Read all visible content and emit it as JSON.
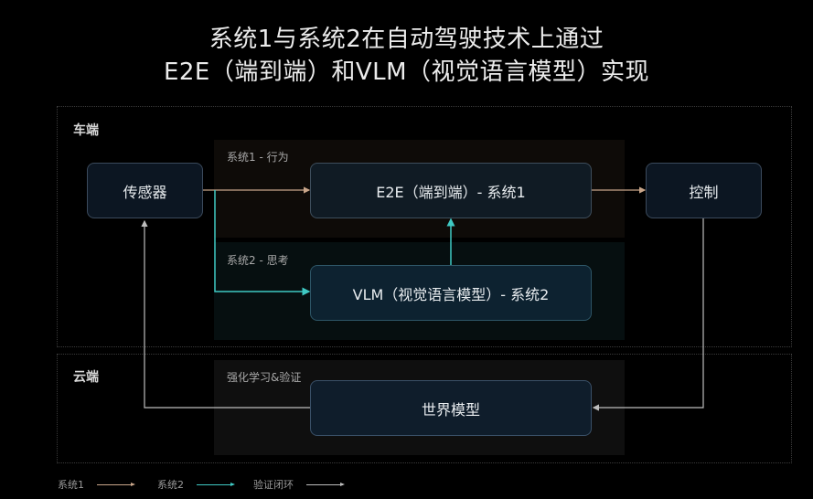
{
  "title": {
    "line1": "系统1与系统2在自动驾驶技术上通过",
    "line2": "E2E（端到端）和VLM（视觉语言模型）实现"
  },
  "zones": {
    "vehicle": {
      "label": "车端"
    },
    "cloud": {
      "label": "云端"
    }
  },
  "panels": {
    "system1": {
      "label": "系统1 - 行为"
    },
    "system2": {
      "label": "系统2 - 思考"
    },
    "rl": {
      "label": "强化学习&验证"
    }
  },
  "nodes": {
    "sensor": {
      "label": "传感器"
    },
    "e2e": {
      "label": "E2E（端到端）- 系统1"
    },
    "control": {
      "label": "控制"
    },
    "vlm": {
      "label": "VLM（视觉语言模型）- 系统2"
    },
    "world_model": {
      "label": "世界模型"
    }
  },
  "edges": [
    {
      "from": "sensor",
      "to": "e2e",
      "type": "system1"
    },
    {
      "from": "e2e",
      "to": "control",
      "type": "system1"
    },
    {
      "from": "sensor",
      "to": "vlm",
      "type": "system2"
    },
    {
      "from": "vlm",
      "to": "e2e",
      "type": "system2"
    },
    {
      "from": "control",
      "to": "world_model",
      "type": "loop"
    },
    {
      "from": "world_model",
      "to": "sensor",
      "type": "loop"
    }
  ],
  "legend": {
    "items": [
      {
        "label": "系统1",
        "color": "#c9a68a"
      },
      {
        "label": "系统2",
        "color": "#3fc9c3"
      },
      {
        "label": "验证闭环",
        "color": "#bdbdbd"
      }
    ]
  },
  "colors": {
    "system1": "#c9a68a",
    "system2": "#3fc9c3",
    "loop": "#bdbdbd",
    "background": "#000000"
  }
}
